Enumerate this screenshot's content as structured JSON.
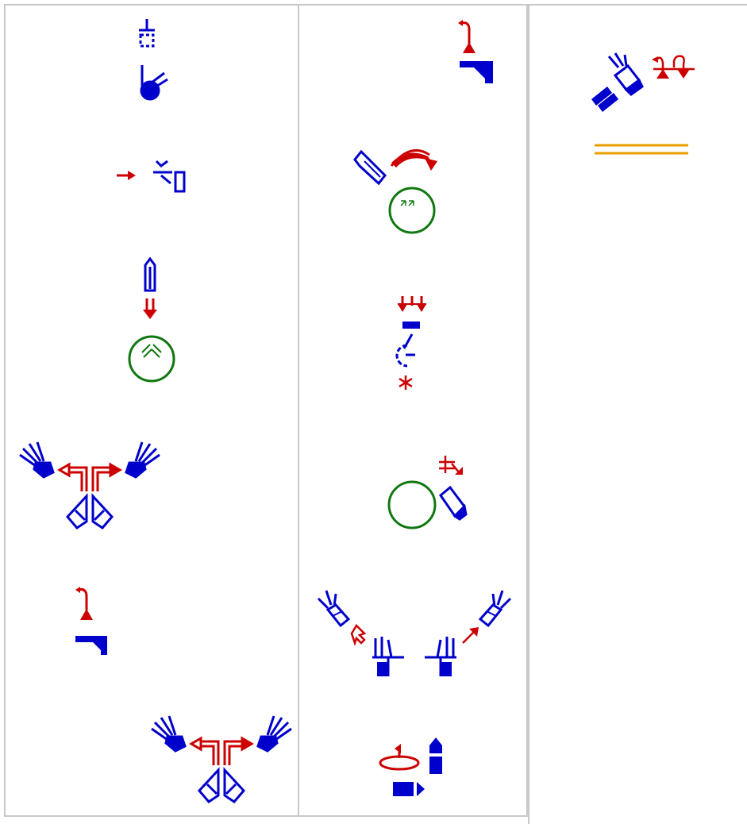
{
  "colors": {
    "hand": "#0000cc",
    "movement": "#cc0000",
    "face": "#117711",
    "separator": "#e8a000",
    "panel_border": "#c8c8c8",
    "background": "#ffffff"
  },
  "columns": [
    {
      "id": "column-1",
      "signs": [
        {
          "name": "sign-1-1",
          "icons": [
            "contact-icon",
            "handshape-icon"
          ]
        },
        {
          "name": "sign-1-2",
          "icons": [
            "movement-arrow-icon",
            "handshape-icon"
          ]
        },
        {
          "name": "sign-1-3",
          "icons": [
            "handshape-icon",
            "movement-arrow-icon",
            "head-circle-icon"
          ]
        },
        {
          "name": "sign-1-4",
          "icons": [
            "hand-icon",
            "curved-arrow-icon",
            "handshape-icon"
          ]
        },
        {
          "name": "sign-1-5",
          "icons": [
            "movement-arrow-icon",
            "handshape-icon"
          ]
        },
        {
          "name": "sign-1-6",
          "icons": [
            "hand-icon",
            "curved-arrow-icon",
            "handshape-icon"
          ]
        }
      ]
    },
    {
      "id": "column-2",
      "signs": [
        {
          "name": "sign-2-1",
          "icons": [
            "movement-arrow-icon",
            "handshape-icon"
          ]
        },
        {
          "name": "sign-2-2",
          "icons": [
            "handshape-icon",
            "curved-arrow-icon",
            "head-circle-icon"
          ]
        },
        {
          "name": "sign-2-3",
          "icons": [
            "movement-arrow-icon",
            "handshape-icon",
            "contact-star-icon"
          ]
        },
        {
          "name": "sign-2-4",
          "icons": [
            "head-circle-icon",
            "movement-arrow-icon",
            "handshape-icon"
          ]
        },
        {
          "name": "sign-2-5",
          "icons": [
            "handshape-icon",
            "movement-arrow-icon"
          ]
        },
        {
          "name": "sign-2-6",
          "icons": [
            "rotation-arrow-icon",
            "handshape-icon"
          ]
        }
      ]
    },
    {
      "id": "column-3",
      "signs": [
        {
          "name": "sign-3-1",
          "icons": [
            "handshape-icon",
            "movement-arrow-icon"
          ]
        },
        {
          "name": "punctuation-separator",
          "icons": [
            "double-line-icon"
          ]
        }
      ]
    }
  ]
}
